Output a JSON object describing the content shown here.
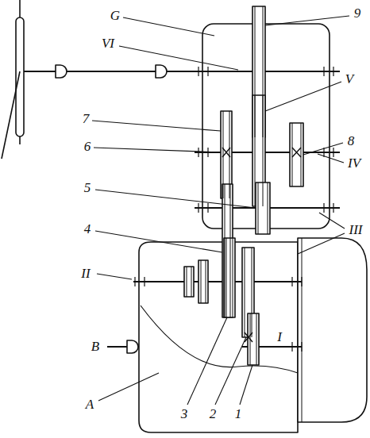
{
  "diagram": {
    "labels": [
      "G",
      "9",
      "VI",
      "V",
      "7",
      "8",
      "6",
      "IV",
      "5",
      "III",
      "4",
      "II",
      "I",
      "B",
      "A",
      "3",
      "2",
      "1"
    ]
  }
}
